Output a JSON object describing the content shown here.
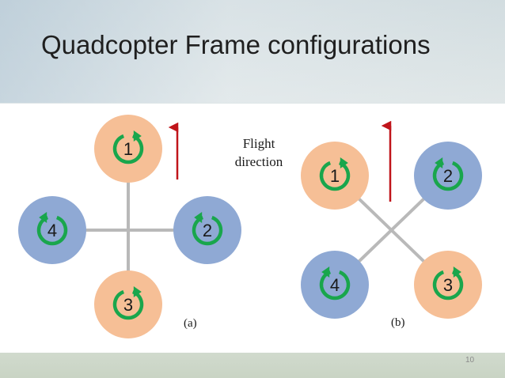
{
  "title": "Quadcopter Frame configurations",
  "page_number": "10",
  "flight_direction_line1": "Flight",
  "flight_direction_line2": "direction",
  "colors": {
    "orange_rotor": "#f6bf96",
    "blue_rotor": "#8fa9d4",
    "arrow_green": "#19a64c",
    "frame_gray": "#b9b9b9",
    "flight_arrow_red": "#c0141a"
  },
  "configurations": [
    {
      "label": "(a)",
      "layout": "plus",
      "rotors": [
        {
          "number": "1",
          "color": "orange",
          "rotation": "clockwise"
        },
        {
          "number": "2",
          "color": "blue",
          "rotation": "counter-clockwise"
        },
        {
          "number": "3",
          "color": "orange",
          "rotation": "clockwise"
        },
        {
          "number": "4",
          "color": "blue",
          "rotation": "counter-clockwise"
        }
      ]
    },
    {
      "label": "(b)",
      "layout": "x",
      "rotors": [
        {
          "number": "1",
          "color": "orange",
          "rotation": "clockwise"
        },
        {
          "number": "2",
          "color": "blue",
          "rotation": "counter-clockwise"
        },
        {
          "number": "3",
          "color": "orange",
          "rotation": "clockwise"
        },
        {
          "number": "4",
          "color": "blue",
          "rotation": "counter-clockwise"
        }
      ]
    }
  ]
}
